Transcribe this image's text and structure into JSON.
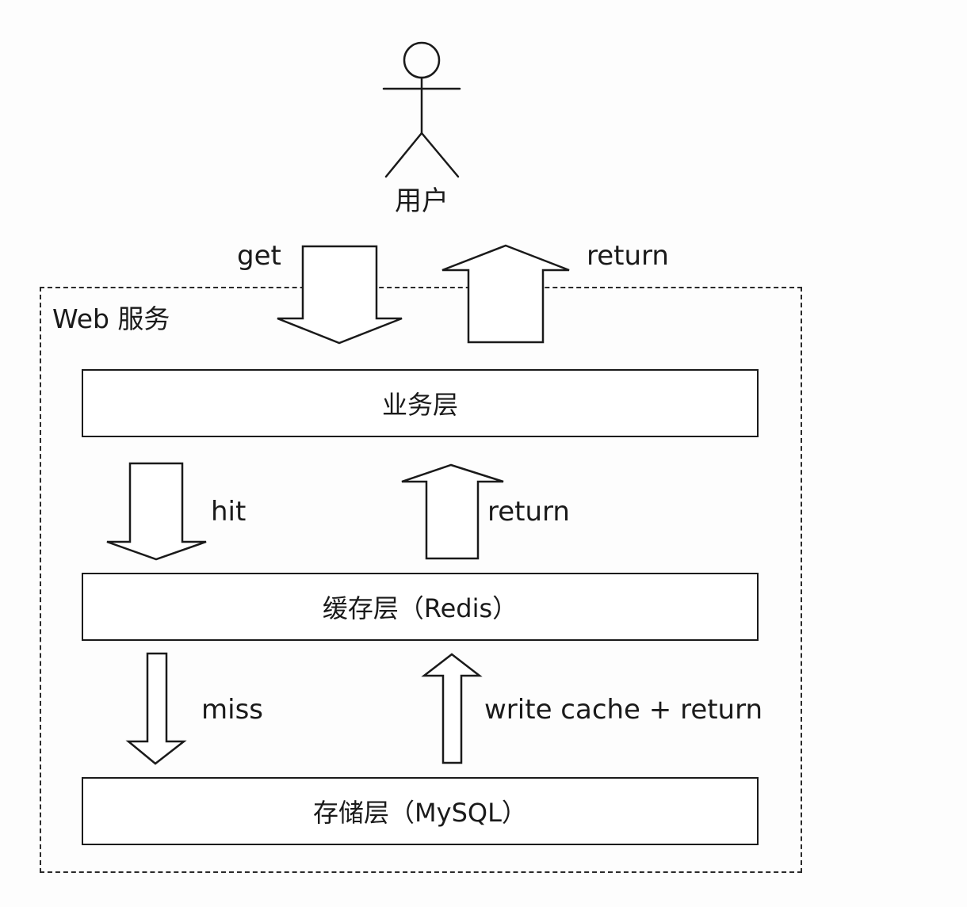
{
  "diagram": {
    "container_title": "Web 服务",
    "actor": {
      "label": "用户"
    },
    "layers": {
      "business": {
        "label": "业务层"
      },
      "cache": {
        "label": "缓存层（Redis）"
      },
      "storage": {
        "label": "存储层（MySQL）"
      }
    },
    "flows": {
      "get": {
        "label": "get",
        "direction": "down"
      },
      "return_top": {
        "label": "return",
        "direction": "up"
      },
      "hit": {
        "label": "hit",
        "direction": "down"
      },
      "return_mid": {
        "label": "return",
        "direction": "up"
      },
      "miss": {
        "label": "miss",
        "direction": "down"
      },
      "write_cache_return": {
        "label": "write cache + return",
        "direction": "up"
      }
    },
    "colors": {
      "stroke": "#1a1a1a",
      "background": "#fdfdfd",
      "shape_fill": "#ffffff"
    }
  }
}
